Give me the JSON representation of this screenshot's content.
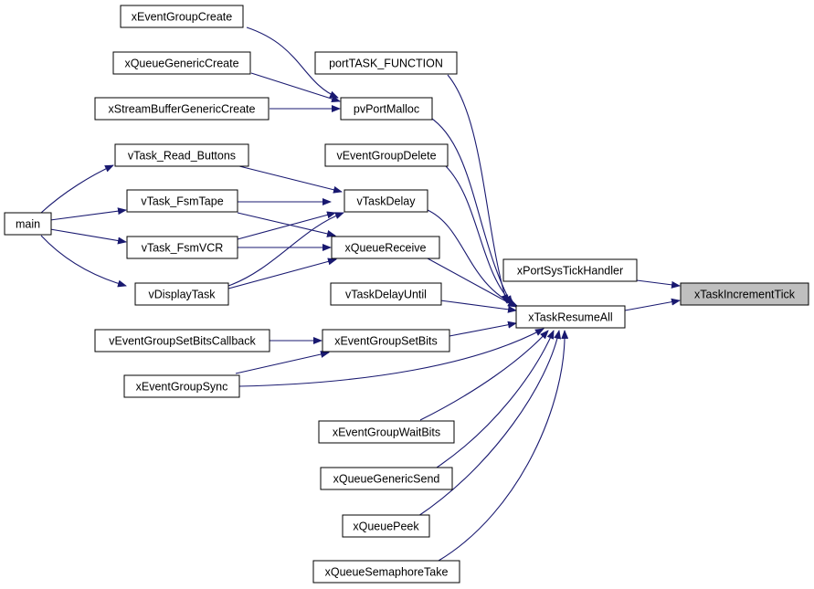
{
  "colors": {
    "edge": "#191970",
    "node_border": "#000000",
    "node_fill": "#ffffff",
    "focus_fill": "#bfbfbf"
  },
  "nodes": {
    "xEventGroupCreate": "xEventGroupCreate",
    "xQueueGenericCreate": "xQueueGenericCreate",
    "xStreamBufferGenericCreate": "xStreamBufferGenericCreate",
    "portTASK_FUNCTION": "portTASK_FUNCTION",
    "pvPortMalloc": "pvPortMalloc",
    "vEventGroupDelete": "vEventGroupDelete",
    "vTask_Read_Buttons": "vTask_Read_Buttons",
    "vTask_FsmTape": "vTask_FsmTape",
    "vTask_FsmVCR": "vTask_FsmVCR",
    "vDisplayTask": "vDisplayTask",
    "main": "main",
    "vTaskDelay": "vTaskDelay",
    "xQueueReceive": "xQueueReceive",
    "vTaskDelayUntil": "vTaskDelayUntil",
    "vEventGroupSetBitsCallback": "vEventGroupSetBitsCallback",
    "xEventGroupSetBits": "xEventGroupSetBits",
    "xEventGroupSync": "xEventGroupSync",
    "xEventGroupWaitBits": "xEventGroupWaitBits",
    "xQueueGenericSend": "xQueueGenericSend",
    "xQueuePeek": "xQueuePeek",
    "xQueueSemaphoreTake": "xQueueSemaphoreTake",
    "xPortSysTickHandler": "xPortSysTickHandler",
    "xTaskResumeAll": "xTaskResumeAll",
    "xTaskIncrementTick": "xTaskIncrementTick"
  },
  "focus_node": "xTaskIncrementTick",
  "edges": [
    [
      "main",
      "vTask_Read_Buttons"
    ],
    [
      "main",
      "vTask_FsmTape"
    ],
    [
      "main",
      "vTask_FsmVCR"
    ],
    [
      "main",
      "vDisplayTask"
    ],
    [
      "vTask_Read_Buttons",
      "vTaskDelay"
    ],
    [
      "vTask_FsmTape",
      "vTaskDelay"
    ],
    [
      "vTask_FsmTape",
      "xQueueReceive"
    ],
    [
      "vTask_FsmVCR",
      "vTaskDelay"
    ],
    [
      "vTask_FsmVCR",
      "xQueueReceive"
    ],
    [
      "vDisplayTask",
      "vTaskDelay"
    ],
    [
      "vDisplayTask",
      "xQueueReceive"
    ],
    [
      "xEventGroupCreate",
      "pvPortMalloc"
    ],
    [
      "xQueueGenericCreate",
      "pvPortMalloc"
    ],
    [
      "xStreamBufferGenericCreate",
      "pvPortMalloc"
    ],
    [
      "vEventGroupSetBitsCallback",
      "xEventGroupSetBits"
    ],
    [
      "xEventGroupSync",
      "xEventGroupSetBits"
    ],
    [
      "portTASK_FUNCTION",
      "xTaskResumeAll"
    ],
    [
      "pvPortMalloc",
      "xTaskResumeAll"
    ],
    [
      "vEventGroupDelete",
      "xTaskResumeAll"
    ],
    [
      "vTaskDelay",
      "xTaskResumeAll"
    ],
    [
      "xQueueReceive",
      "xTaskResumeAll"
    ],
    [
      "vTaskDelayUntil",
      "xTaskResumeAll"
    ],
    [
      "xEventGroupSetBits",
      "xTaskResumeAll"
    ],
    [
      "xEventGroupSync",
      "xTaskResumeAll"
    ],
    [
      "xEventGroupWaitBits",
      "xTaskResumeAll"
    ],
    [
      "xQueueGenericSend",
      "xTaskResumeAll"
    ],
    [
      "xQueuePeek",
      "xTaskResumeAll"
    ],
    [
      "xQueueSemaphoreTake",
      "xTaskResumeAll"
    ],
    [
      "xPortSysTickHandler",
      "xTaskIncrementTick"
    ],
    [
      "xTaskResumeAll",
      "xTaskIncrementTick"
    ]
  ]
}
